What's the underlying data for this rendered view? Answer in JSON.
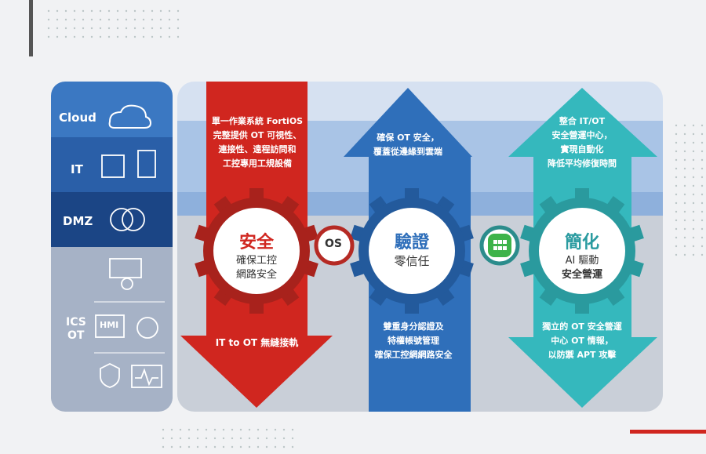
{
  "zones": {
    "cloud": "Cloud",
    "it": "IT",
    "dmz": "DMZ",
    "ics": "ICS",
    "ot": "OT",
    "hmi": "HMI"
  },
  "pillars": [
    {
      "title": "安全",
      "subtitle_1": "確保工控",
      "subtitle_2": "網路安全",
      "top_text": [
        "單一作業系統 FortiOS",
        "完整提供 OT 可視性、",
        "連接性、遠程訪問和",
        "工控專用工規設備"
      ],
      "bottom_text": [
        "IT to OT 無縫接軌"
      ],
      "color": "#d0261f"
    },
    {
      "title": "驗證",
      "subtitle_1": "零信任",
      "top_text": [
        "確保 OT 安全，",
        "覆蓋從邊緣到雲端"
      ],
      "bottom_text": [
        "雙重身分認證及",
        "特權帳號管理",
        "確保工控網網路安全"
      ],
      "color": "#2f6fba"
    },
    {
      "title": "簡化",
      "subtitle_1": "AI 驅動",
      "subtitle_2": "安全營運",
      "top_text": [
        "整合 IT/OT",
        "安全營運中心，",
        "實現自動化",
        "降低平均修復時間"
      ],
      "bottom_text": [
        "獨立的 OT  安全營運",
        "中心 OT 情報，",
        "以防禦 APT 攻擊"
      ],
      "color": "#35b8bd"
    }
  ],
  "connector_os": "OS"
}
